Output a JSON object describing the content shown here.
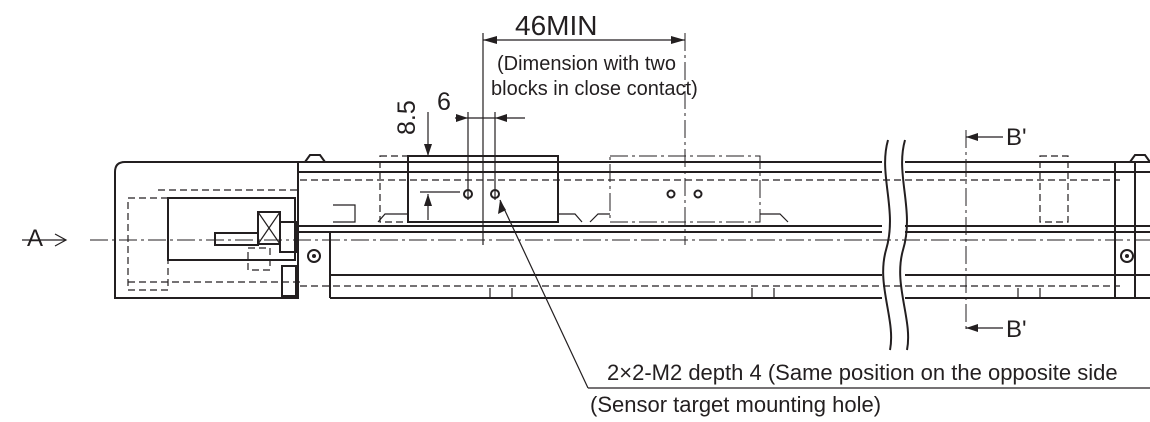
{
  "labels": {
    "dim_46min": "46MIN",
    "note_line1": "(Dimension with two",
    "note_line2": "blocks in close contact)",
    "dim_8_5": "8.5",
    "dim_6": "6",
    "view_a": "A",
    "section_b_top": "B'",
    "section_b_bottom": "B'",
    "hole_note": "2×2-M2 depth 4 (Same position on the opposite side",
    "hole_note_2": "(Sensor target mounting hole)"
  }
}
